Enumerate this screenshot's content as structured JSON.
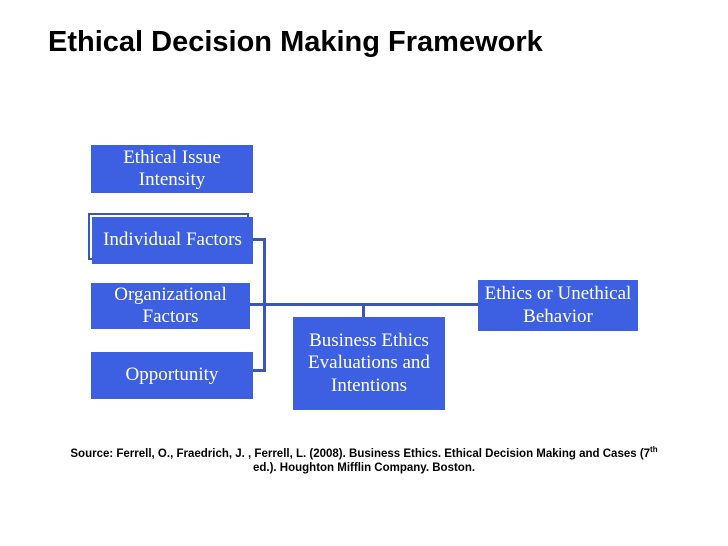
{
  "slide": {
    "title": "Ethical Decision Making Framework"
  },
  "colors": {
    "background": "#ffffff",
    "box_fill": "#3d5fe2",
    "box_text": "#ffffff",
    "connector_line": "#3b57b5",
    "title_text": "#000000"
  },
  "diagram": {
    "boxes": [
      {
        "id": "ethical-issue-intensity",
        "label": "Ethical Issue Intensity"
      },
      {
        "id": "individual-factors",
        "label": "Individual Factors"
      },
      {
        "id": "organizational-factors",
        "label": "Organizational Factors"
      },
      {
        "id": "opportunity",
        "label": "Opportunity"
      },
      {
        "id": "business-ethics-evaluations",
        "label": "Business Ethics Evaluations and Intentions"
      },
      {
        "id": "ethics-or-unethical-behavior",
        "label": "Ethics or Unethical Behavior"
      }
    ],
    "connections": [
      {
        "from": "individual-factors",
        "to": "business-ethics-evaluations"
      },
      {
        "from": "organizational-factors",
        "to": "business-ethics-evaluations"
      },
      {
        "from": "opportunity",
        "to": "business-ethics-evaluations"
      },
      {
        "from": "organizational-factors",
        "to": "ethics-or-unethical-behavior"
      }
    ]
  },
  "source": {
    "line1_main": "Source: Ferrell, O., Fraedrich, J. , Ferrell, L. (2008). Business Ethics.  Ethical Decision Making and Cases (7",
    "line1_sup": "th",
    "line2": "ed.). Houghton Mifflin Company. Boston."
  }
}
